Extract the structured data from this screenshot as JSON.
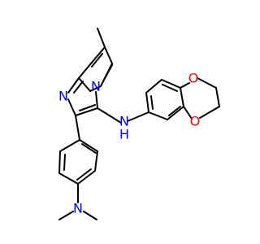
{
  "colors": {
    "background": "#ffffff",
    "bond": "#000000",
    "nitrogen": "#0000ff",
    "oxygen": "#ff0000",
    "hydrogen_label": "#0000ff"
  },
  "atoms": {
    "n_bridge": "N",
    "n_imine": "N",
    "nh_n": "N",
    "nh_h": "H",
    "o_top": "O",
    "o_bottom": "O",
    "n_dimethyl": "N"
  }
}
